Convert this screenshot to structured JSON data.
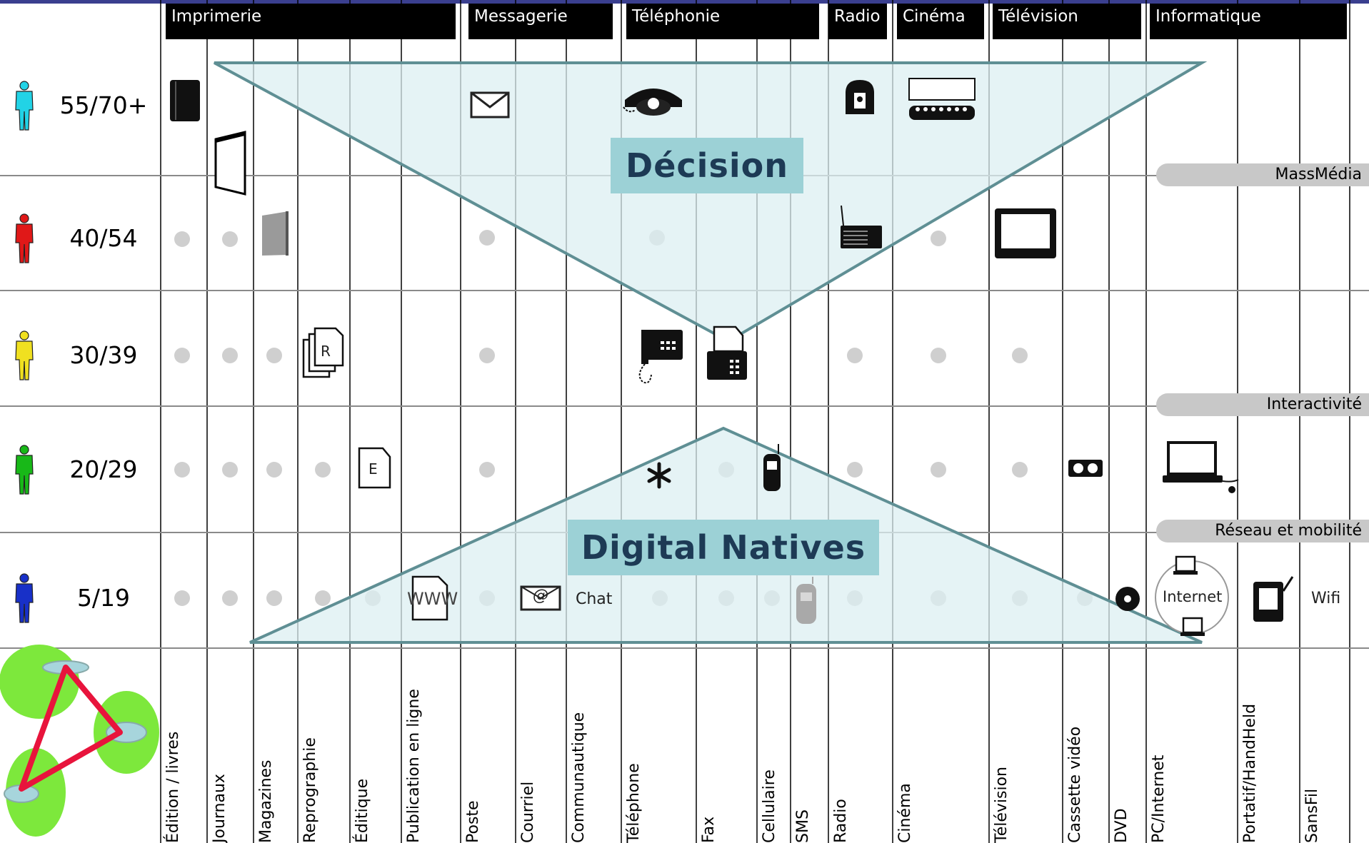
{
  "categories": [
    "Imprimerie",
    "Messagerie",
    "Téléphonie",
    "Radio",
    "Cinéma",
    "Télévision",
    "Informatique"
  ],
  "age_groups": [
    {
      "label": "55/70+",
      "color": "#22d3e6"
    },
    {
      "label": "40/54",
      "color": "#e01818"
    },
    {
      "label": "30/39",
      "color": "#f0e020"
    },
    {
      "label": "20/29",
      "color": "#18b818"
    },
    {
      "label": "5/19",
      "color": "#1830c8"
    }
  ],
  "bands": [
    "MassMédia",
    "Interactivité",
    "Réseau et mobilité"
  ],
  "technologies": [
    "Édition / livres",
    "Journaux",
    "Magazines",
    "Reprographie",
    "Éditique",
    "Publication en ligne",
    "Poste",
    "Courriel",
    "Communautique",
    "Téléphone",
    "Fax",
    "Cellulaire",
    "SMS",
    "Radio",
    "Cinéma",
    "Télévision",
    "Cassette vidéo",
    "DVD",
    "PC/Internet",
    "Portatif/HandHeld",
    "SansFil"
  ],
  "triangles": {
    "top": "Décision",
    "bottom": "Digital Natives"
  },
  "cell_texts": {
    "www": "WWW",
    "chat": "Chat",
    "internet": "Internet",
    "wifi": "Wifi",
    "copy": "R",
    "doc": "E"
  },
  "icons": [
    "book-icon",
    "folded-newspaper-icon",
    "magazine-icon",
    "envelope-icon",
    "rotary-phone-icon",
    "radio-icon",
    "cinema-screen-icon",
    "transistor-radio-icon",
    "tv-icon",
    "copy-icon",
    "desk-phone-icon",
    "fax-icon",
    "document-icon",
    "asterisk-icon",
    "cellphone-icon",
    "video-cassette-icon",
    "laptop-icon",
    "web-page-icon",
    "email-icon",
    "dvd-icon",
    "pda-icon"
  ],
  "colors": {
    "triangle_fill": "#dceff1",
    "triangle_stroke": "#5f8f94",
    "label_bg": "#9cd1d6",
    "dot": "#cfcfcf",
    "header": "#000000"
  }
}
